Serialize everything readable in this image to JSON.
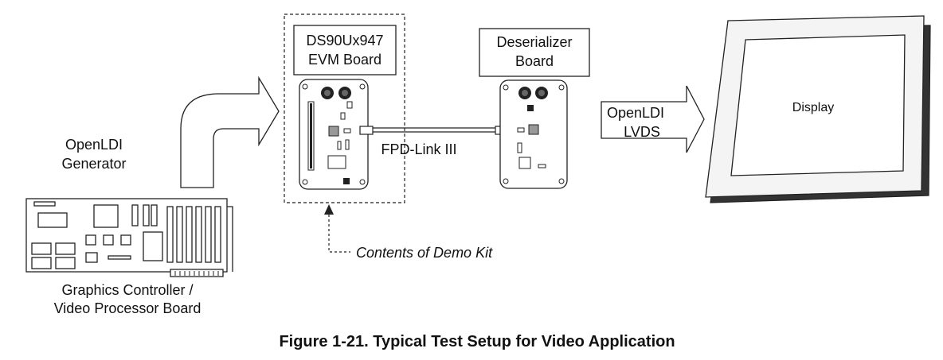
{
  "generator": {
    "label_line1": "OpenLDI",
    "label_line2": "Generator",
    "board_line1": "Graphics Controller /",
    "board_line2": "Video Processor Board"
  },
  "evm": {
    "label_line1": "DS90Ux947",
    "label_line2": "EVM Board"
  },
  "deserializer": {
    "label_line1": "Deserializer",
    "label_line2": "Board"
  },
  "link": {
    "label": "FPD-Link III"
  },
  "output": {
    "label_line1": "OpenLDI",
    "label_line2": "LVDS"
  },
  "display": {
    "label": "Display"
  },
  "demo_kit": {
    "label": "Contents of Demo Kit"
  },
  "caption": "Figure 1-21. Typical Test Setup for Video Application"
}
